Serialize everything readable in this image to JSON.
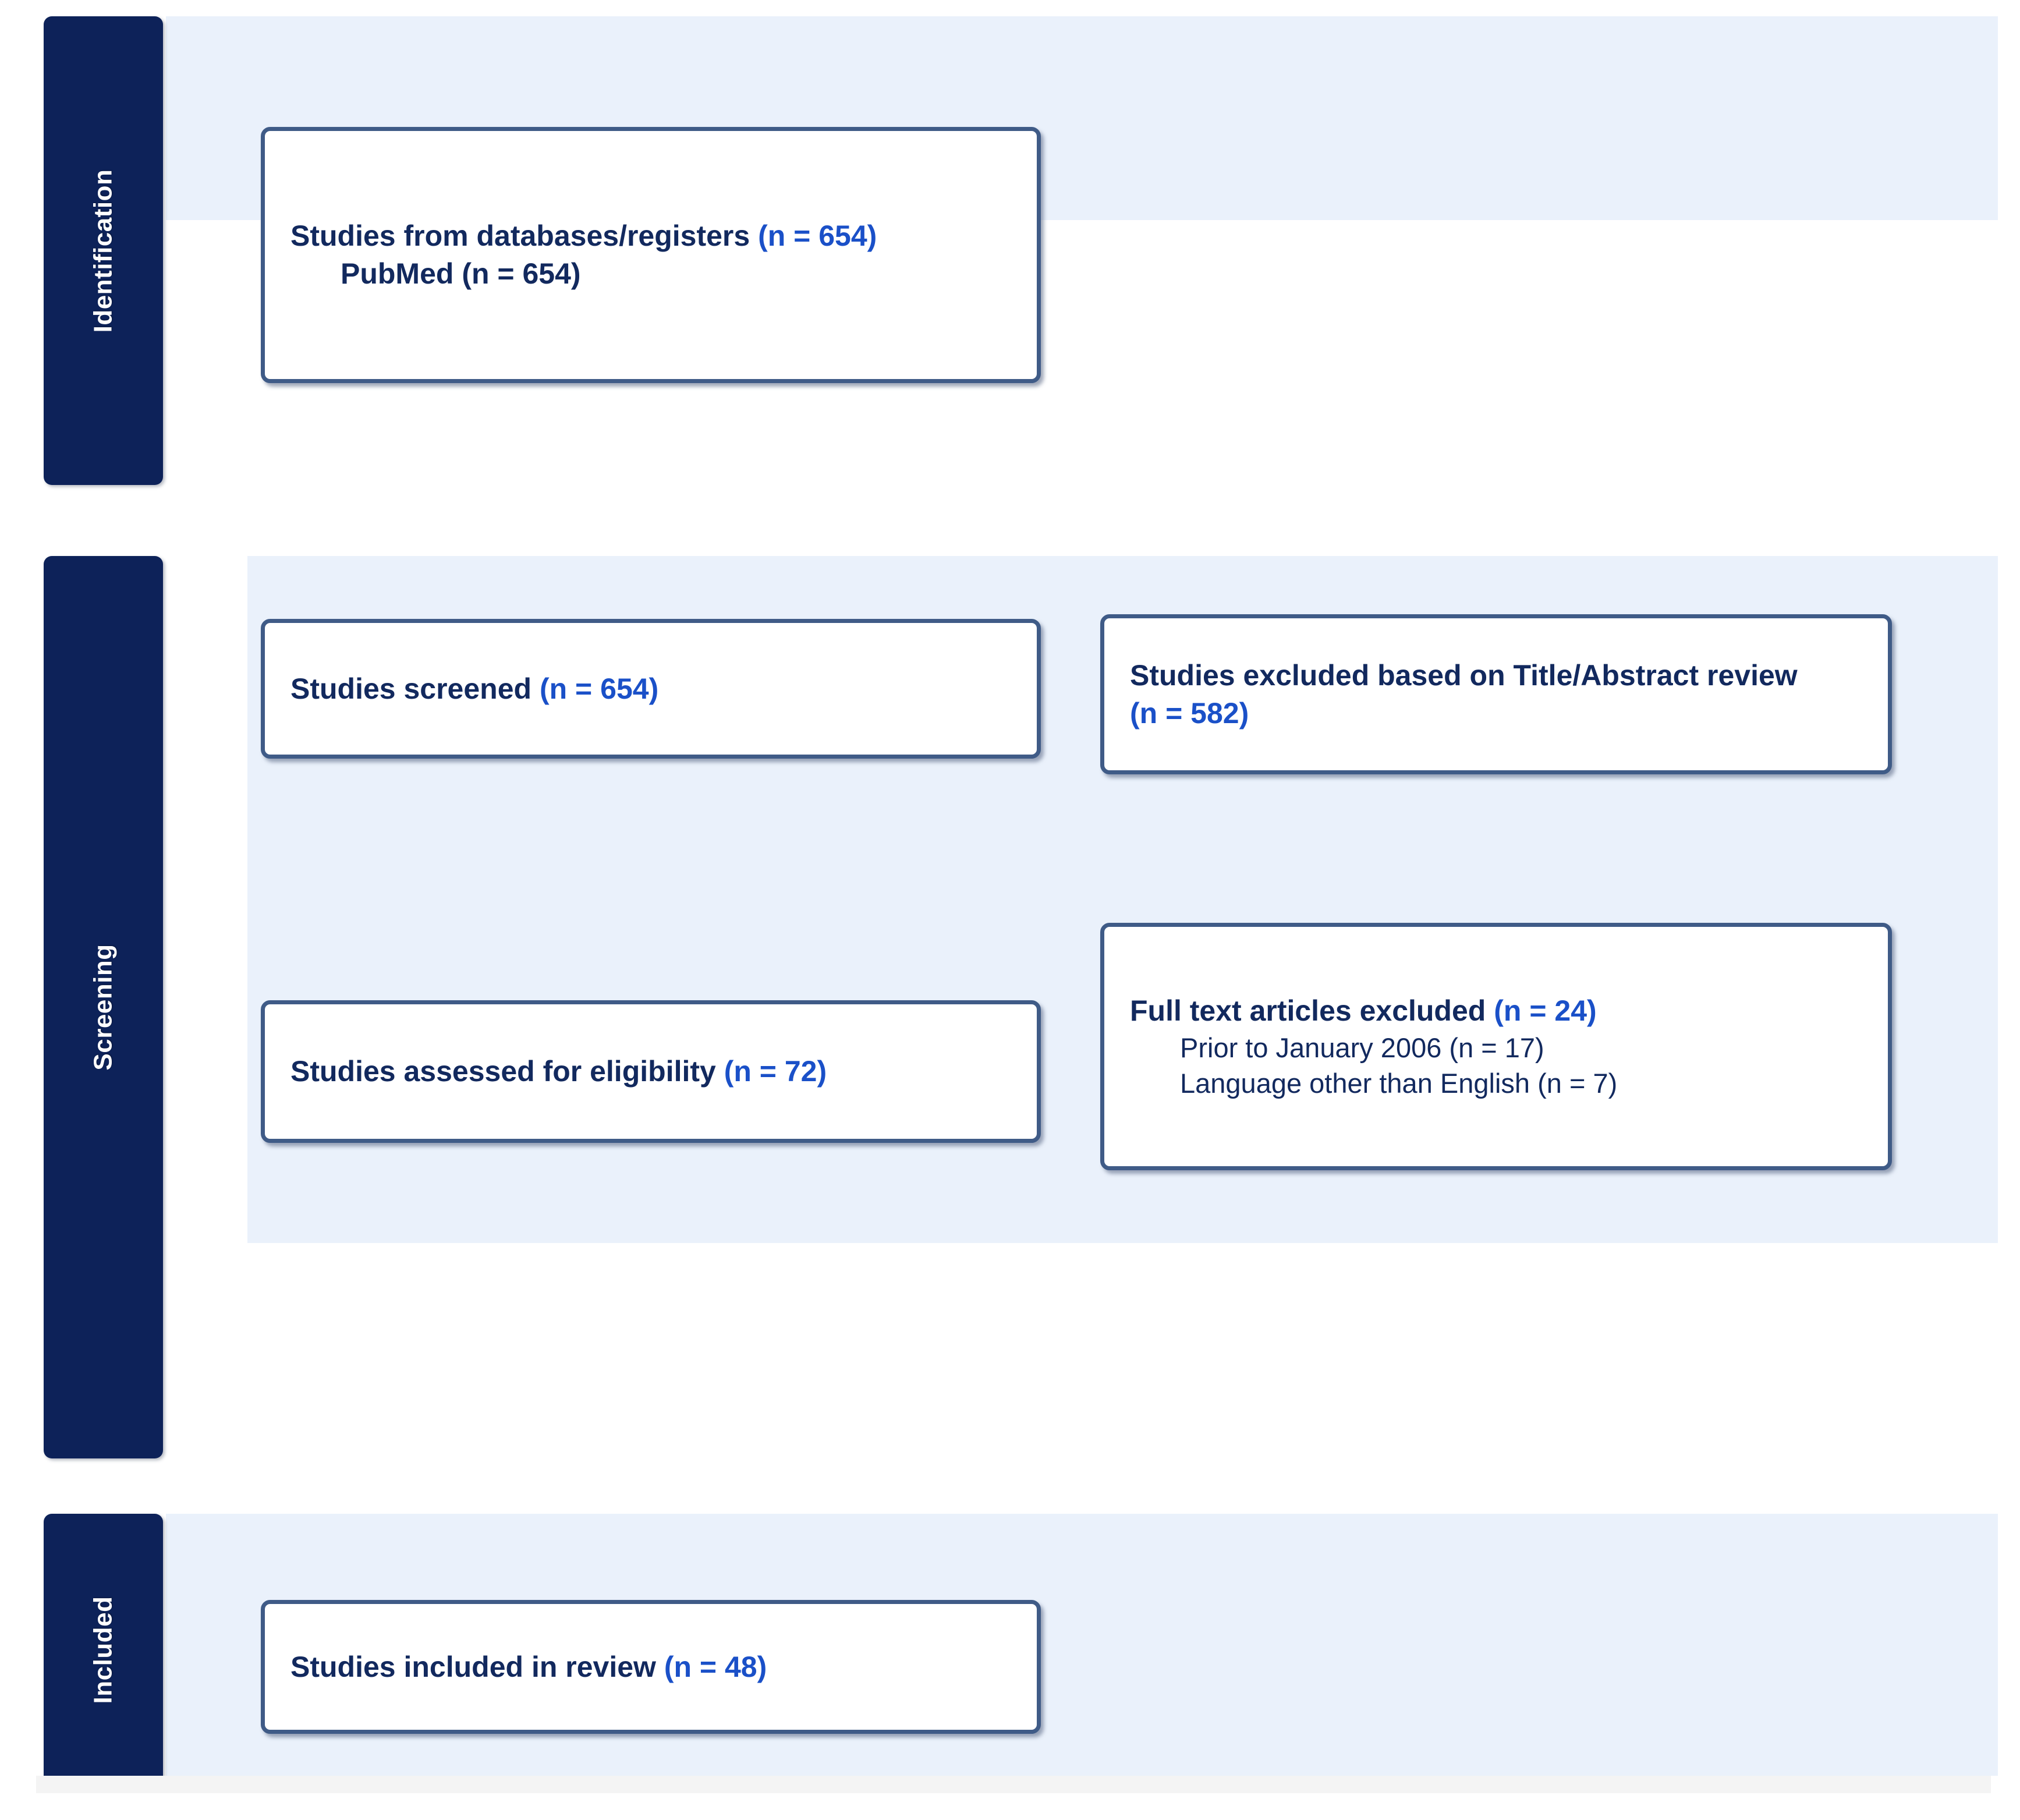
{
  "diagram": {
    "type": "prisma-flow-diagram",
    "title": "PRISMA study selection flow diagram",
    "colors": {
      "stage_sidebar_bg": "#0d2259",
      "stage_band_bg": "#eaf1fb",
      "box_border": "#3f5b87",
      "box_bg": "#ffffff",
      "text_primary": "#12295e",
      "count_accent": "#1a50c8",
      "connector": "#4a6punk",
      "bottom_strip": "#f4f4f4"
    }
  },
  "stages": [
    {
      "id": "identification",
      "label": "Identification"
    },
    {
      "id": "screening",
      "label": "Screening"
    },
    {
      "id": "included",
      "label": "Included"
    }
  ],
  "boxes": {
    "records_identified": {
      "id": "records-identified-box",
      "lines": [
        {
          "text": "Studies from databases/registers ",
          "count": "(n = 654)",
          "style": "main"
        },
        {
          "text": "PubMed ",
          "count": "(n = 654)",
          "style": "sub-inline"
        }
      ]
    },
    "records_screened": {
      "id": "records-screened-box",
      "lines": [
        {
          "text": "Studies screened ",
          "count": "(n = 654)",
          "style": "main"
        }
      ]
    },
    "records_excluded": {
      "id": "records-excluded-box",
      "lines": [
        {
          "text": "Studies excluded based on Title/Abstract review",
          "count": "",
          "style": "main"
        },
        {
          "text": "",
          "count": "(n = 582)",
          "style": "main"
        }
      ]
    },
    "eligibility_assessed": {
      "id": "eligibility-assessed-box",
      "lines": [
        {
          "text": "Studies assessed for eligibility ",
          "count": "(n = 72)",
          "style": "main"
        }
      ]
    },
    "fulltext_excluded": {
      "id": "fulltext-excluded-box",
      "lines": [
        {
          "text": "Full text articles excluded ",
          "count": "(n = 24)",
          "style": "main"
        },
        {
          "text": "Prior to January 2006 (n = 17)",
          "count": "",
          "style": "sub"
        },
        {
          "text": "Language other than English (n = 7)",
          "count": "",
          "style": "sub"
        }
      ]
    },
    "studies_included": {
      "id": "studies-included-box",
      "lines": [
        {
          "text": "Studies included in review ",
          "count": "(n = 48)",
          "style": "main"
        }
      ]
    }
  },
  "counts": {
    "databases_registers": 654,
    "pubmed": 654,
    "screened": 654,
    "excluded_title_abstract": 582,
    "assessed_eligibility": 72,
    "fulltext_excluded_total": 24,
    "fulltext_excluded_prior_2006": 17,
    "fulltext_excluded_language": 7,
    "included_in_review": 48
  }
}
